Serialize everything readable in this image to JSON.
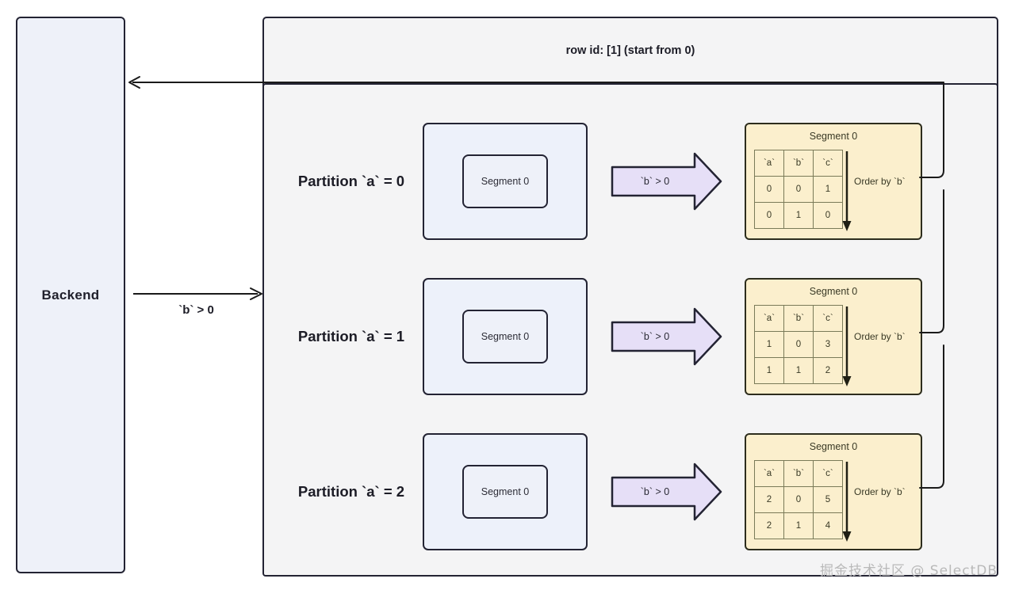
{
  "backend": {
    "label": "Backend"
  },
  "flow": {
    "request_label": "`b` > 0",
    "response_label": ""
  },
  "frame": {
    "title": "row id: [1]  (start from 0)"
  },
  "colors": {
    "backend_fill": "#eef1f9",
    "frame_fill": "#f4f4f5",
    "segment_fill": "#edf1fa",
    "arrow_fill": "#e6dff7",
    "card_fill": "#fbefcd",
    "stroke": "#232333",
    "card_stroke": "#2d2d1d",
    "watermark": "#b9b9b9"
  },
  "rows": [
    {
      "partition_label": "Partition `a` = 0",
      "segment_box_label": "Segment 0",
      "arrow_label": "`b` > 0",
      "card_title": "Segment 0",
      "order_label": "Order by `b`",
      "table": {
        "headers": [
          "`a`",
          "`b`",
          "`c`"
        ],
        "rows": [
          [
            "0",
            "0",
            "1"
          ],
          [
            "0",
            "1",
            "0"
          ]
        ]
      }
    },
    {
      "partition_label": "Partition `a` = 1",
      "segment_box_label": "Segment 0",
      "arrow_label": "`b` > 0",
      "card_title": "Segment 0",
      "order_label": "Order by `b`",
      "table": {
        "headers": [
          "`a`",
          "`b`",
          "`c`"
        ],
        "rows": [
          [
            "1",
            "0",
            "3"
          ],
          [
            "1",
            "1",
            "2"
          ]
        ]
      }
    },
    {
      "partition_label": "Partition `a` = 2",
      "segment_box_label": "Segment 0",
      "arrow_label": "`b` > 0",
      "card_title": "Segment 0",
      "order_label": "Order by `b`",
      "table": {
        "headers": [
          "`a`",
          "`b`",
          "`c`"
        ],
        "rows": [
          [
            "2",
            "0",
            "5"
          ],
          [
            "2",
            "1",
            "4"
          ]
        ]
      }
    }
  ],
  "watermark": {
    "text": "掘金技术社区 @ SelectDB"
  }
}
